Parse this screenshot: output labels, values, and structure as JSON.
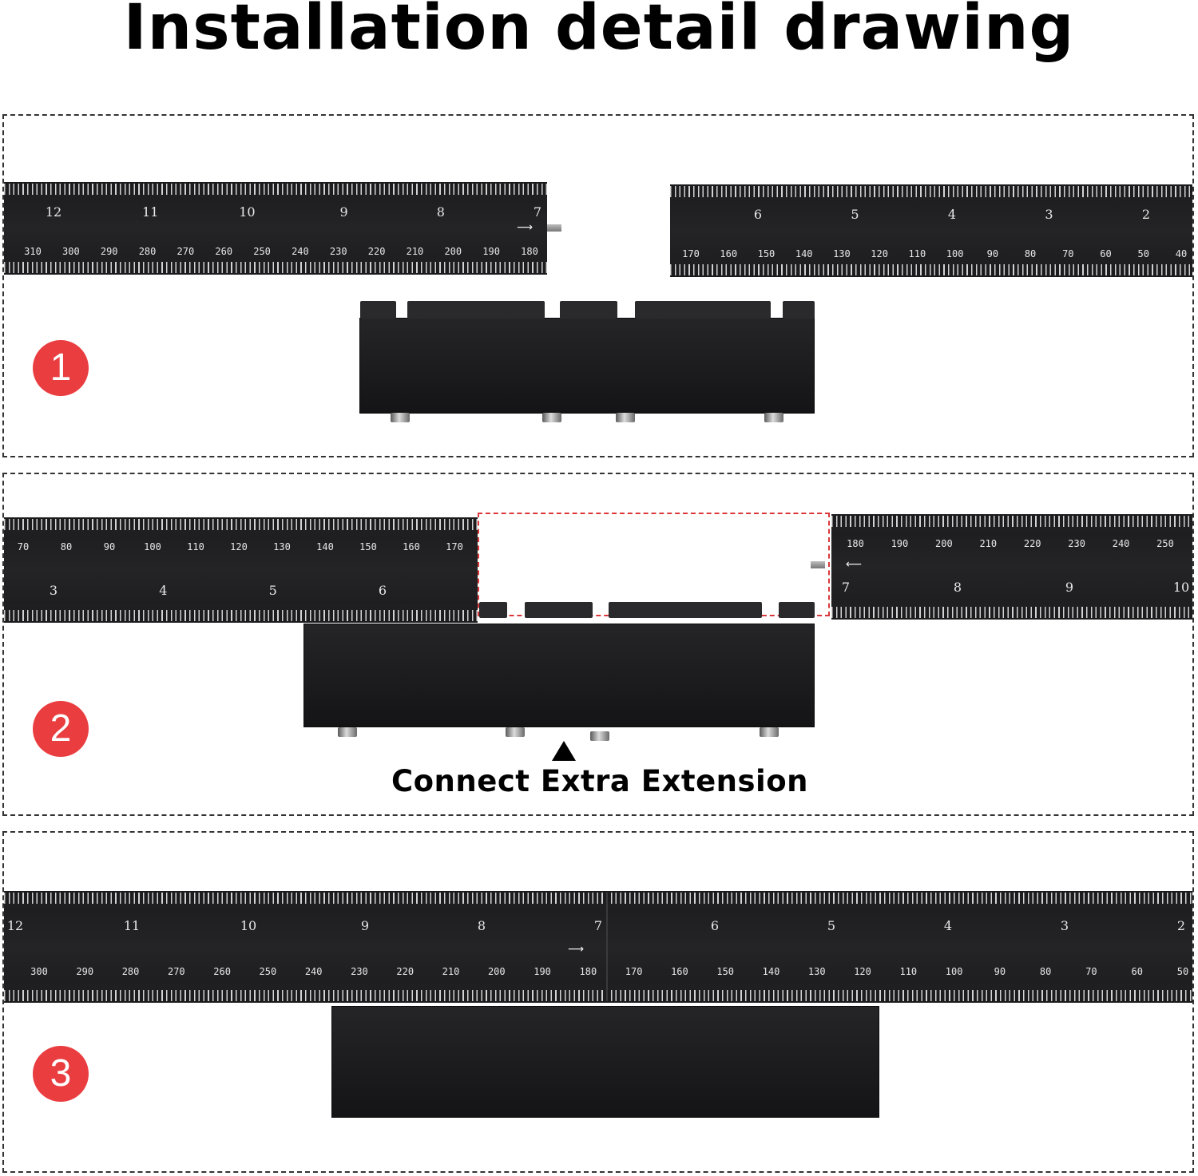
{
  "title": "Installation detail drawing",
  "steps": [
    {
      "number": "1",
      "rulers": [
        {
          "inch_labels": [
            "12",
            "11",
            "10",
            "9",
            "8",
            "7"
          ],
          "mm_labels": [
            "310",
            "300",
            "290",
            "280",
            "270",
            "260",
            "250",
            "240",
            "230",
            "220",
            "210",
            "200",
            "190",
            "180"
          ]
        },
        {
          "inch_labels": [
            "6",
            "5",
            "4",
            "3",
            "2"
          ],
          "mm_labels": [
            "170",
            "160",
            "150",
            "140",
            "130",
            "120",
            "110",
            "100",
            "90",
            "80",
            "70",
            "60",
            "50",
            "40"
          ]
        }
      ]
    },
    {
      "number": "2",
      "caption": "Connect Extra Extension",
      "rulers": [
        {
          "mm_labels": [
            "70",
            "80",
            "90",
            "100",
            "110",
            "120",
            "130",
            "140",
            "150",
            "160",
            "170"
          ],
          "inch_labels": [
            "3",
            "4",
            "5",
            "6"
          ]
        },
        {
          "mm_labels": [
            "180",
            "190",
            "200",
            "210",
            "220",
            "230",
            "240",
            "250"
          ],
          "inch_labels": [
            "7",
            "8",
            "9",
            "10"
          ]
        }
      ]
    },
    {
      "number": "3",
      "rulers": [
        {
          "inch_labels": [
            "12",
            "11",
            "10",
            "9",
            "8",
            "7",
            "6",
            "5",
            "4",
            "3",
            "2"
          ],
          "mm_labels": [
            "300",
            "290",
            "280",
            "270",
            "260",
            "250",
            "240",
            "230",
            "220",
            "210",
            "200",
            "190",
            "180",
            "170",
            "160",
            "150",
            "140",
            "130",
            "120",
            "110",
            "100",
            "90",
            "80",
            "70",
            "60",
            "50"
          ]
        }
      ]
    }
  ],
  "colors": {
    "step_badge": "#ea3d40",
    "gap_outline": "#d9373a",
    "ruler_body": "#1f1f22"
  },
  "icons": {
    "direction_arrow": "right-arrow-icon",
    "caption_pointer": "triangle-up-icon"
  }
}
